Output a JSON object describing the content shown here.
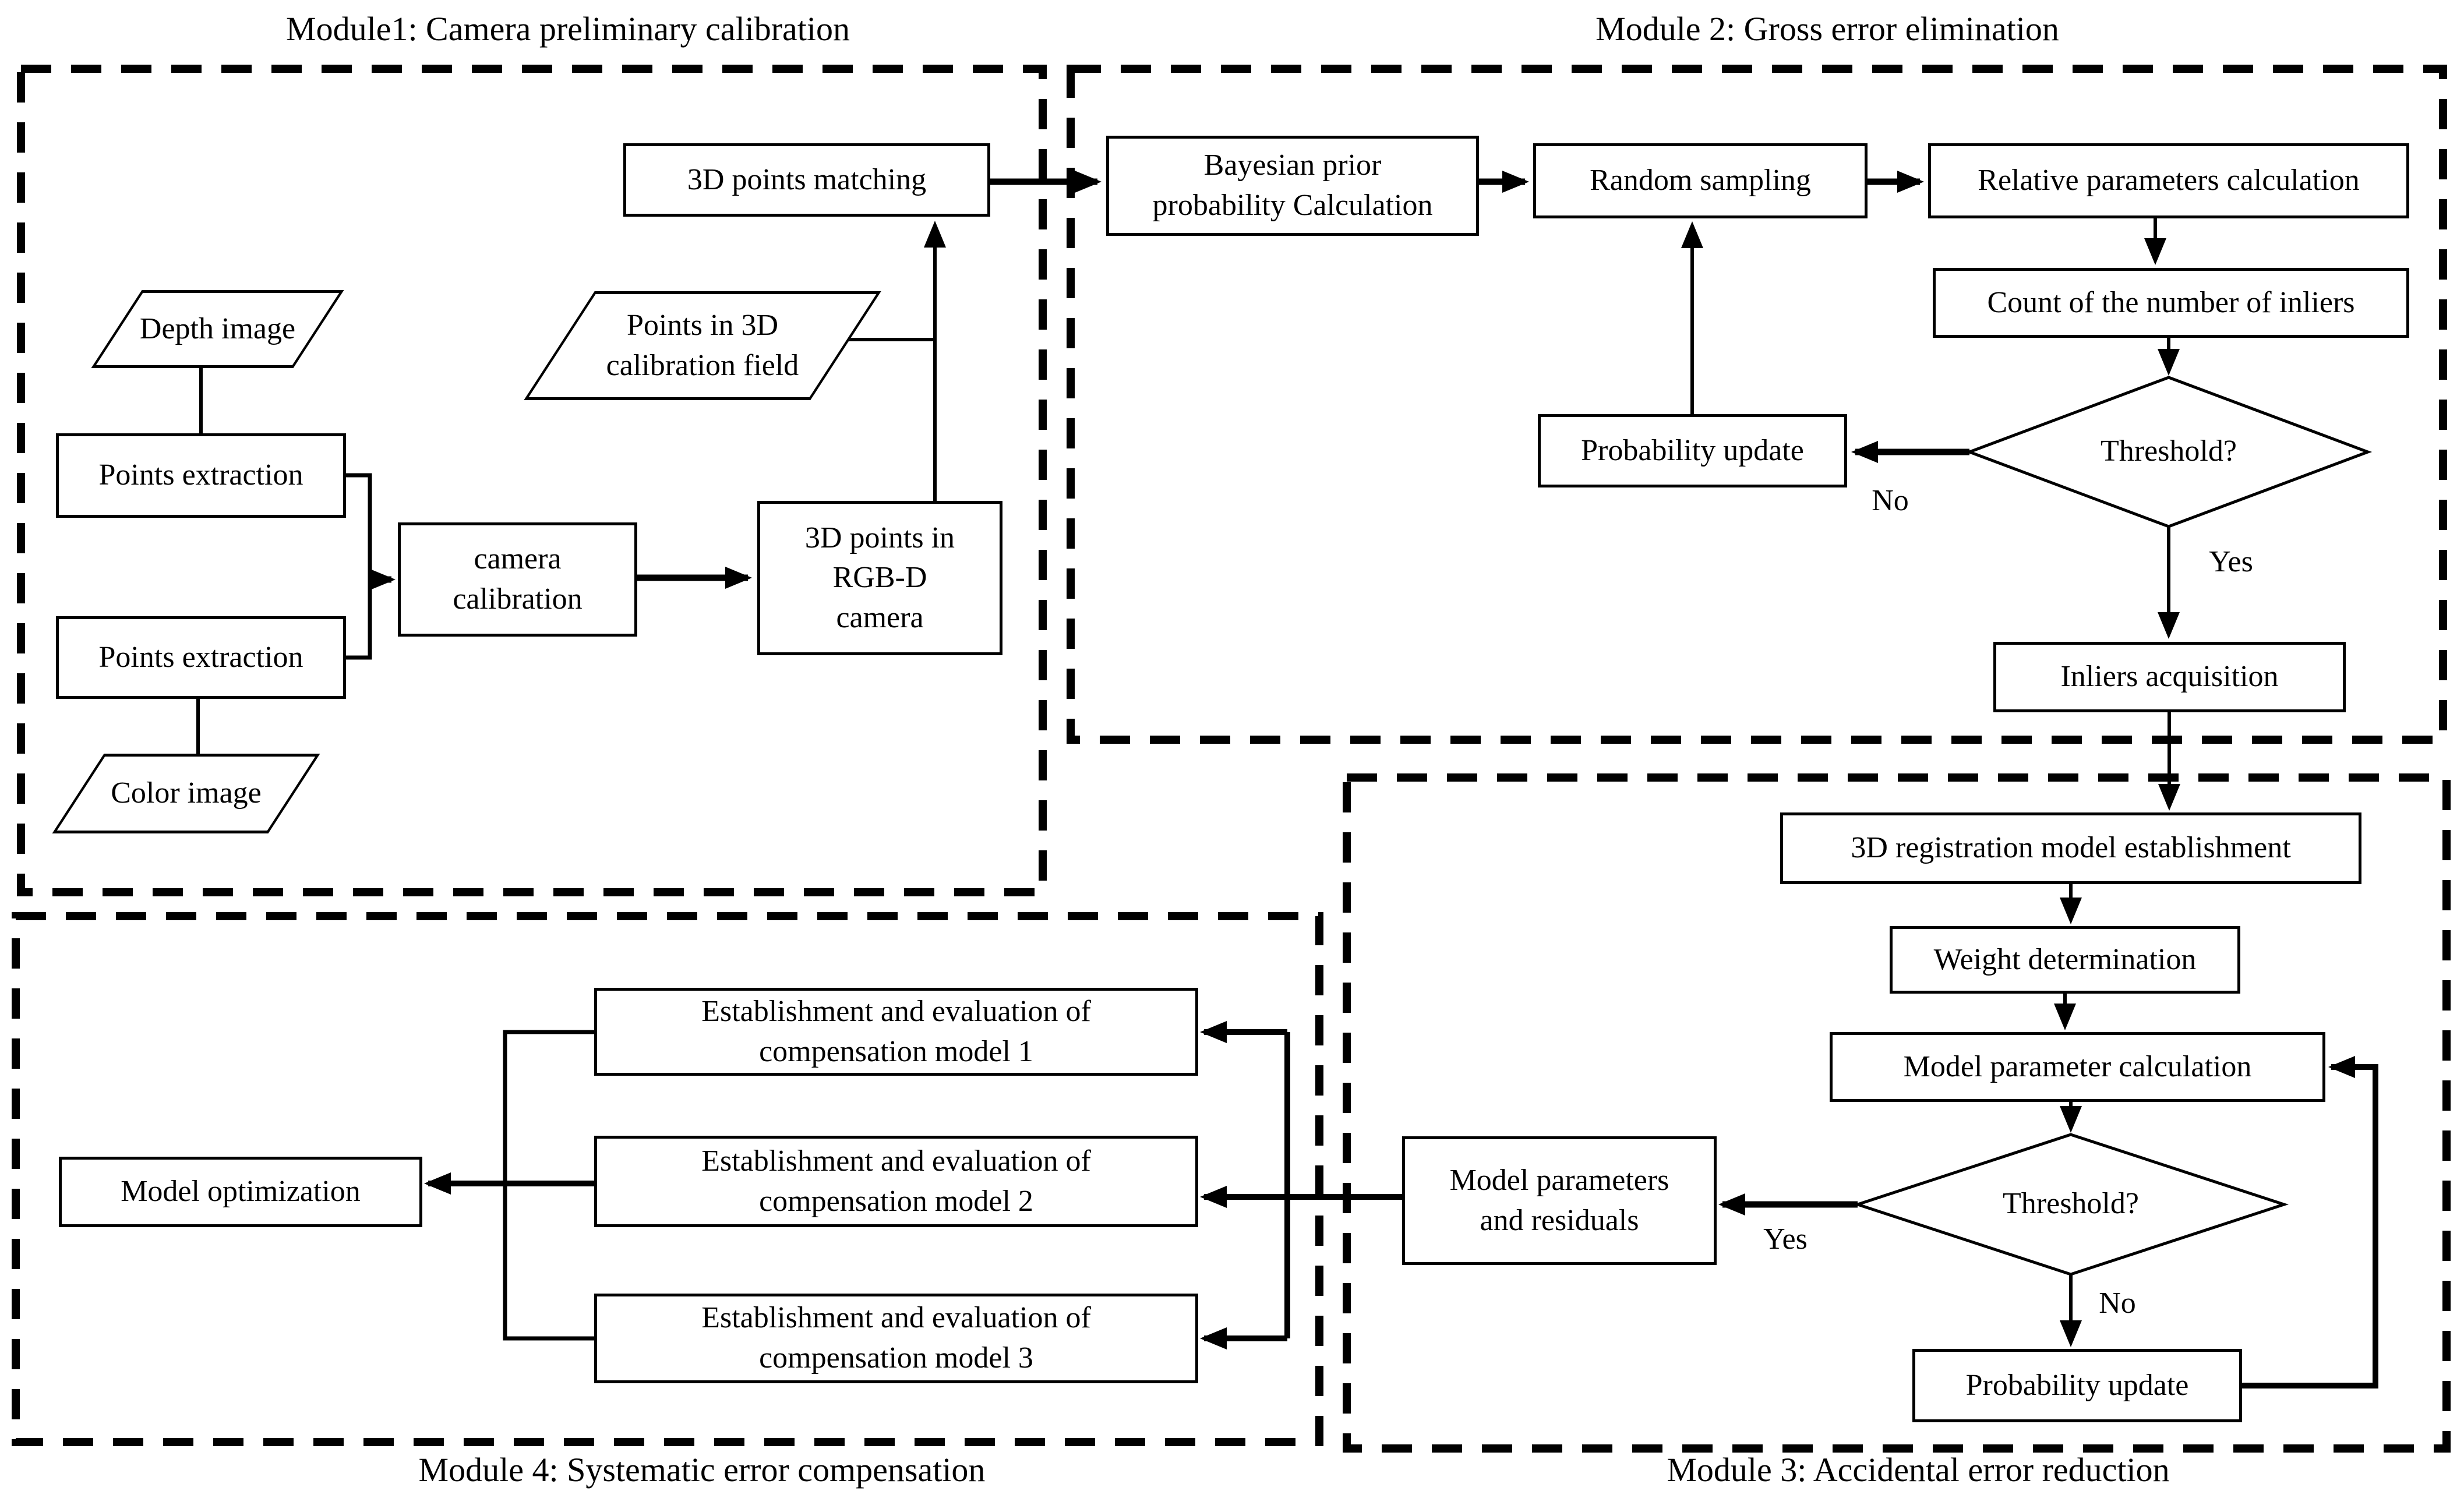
{
  "m1": {
    "title": "Module1: Camera preliminary calibration",
    "depth_image": "Depth image",
    "points_extraction_top": "Points extraction",
    "points_extraction_bottom": "Points extraction",
    "color_image": "Color image",
    "camera_calibration": [
      "camera",
      "calibration"
    ],
    "points_3d_field": [
      "Points in 3D",
      "calibration field"
    ],
    "rgbd_points": [
      "3D points in",
      "RGB-D",
      "camera"
    ],
    "points_matching": "3D points matching"
  },
  "m2": {
    "title": "Module 2: Gross error elimination",
    "bayesian_prior": [
      "Bayesian prior",
      "probability Calculation"
    ],
    "random_sampling": "Random sampling",
    "relative_params": "Relative parameters calculation",
    "count_inliers": "Count of the number of inliers",
    "threshold": "Threshold?",
    "probability_update": "Probability update",
    "no_label": "No",
    "yes_label": "Yes",
    "inliers_acquisition": "Inliers acquisition"
  },
  "m3": {
    "title": "Module 3: Accidental error reduction",
    "registration_model": "3D registration model establishment",
    "weight_determination": "Weight determination",
    "model_param_calc": "Model parameter calculation",
    "threshold": "Threshold?",
    "yes_label": "Yes",
    "no_label": "No",
    "model_params_residuals": [
      "Model parameters",
      "and residuals"
    ],
    "probability_update": "Probability update"
  },
  "m4": {
    "title": "Module 4: Systematic error compensation",
    "model_optimization": "Model optimization",
    "comp_model_1": [
      "Establishment and evaluation of",
      "compensation model 1"
    ],
    "comp_model_2": [
      "Establishment and evaluation of",
      "compensation model 2"
    ],
    "comp_model_3": [
      "Establishment and evaluation of",
      "compensation model 3"
    ]
  }
}
